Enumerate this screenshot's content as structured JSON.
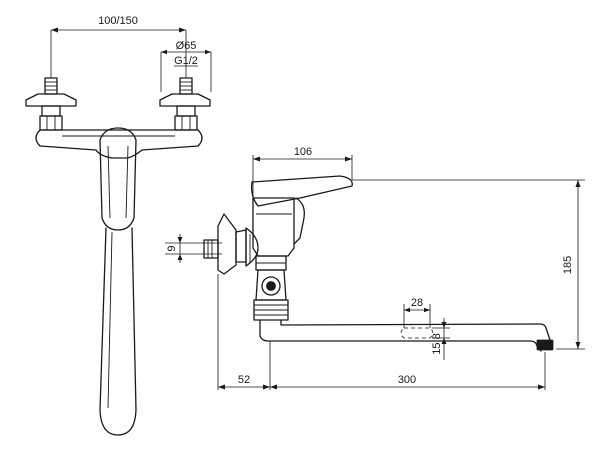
{
  "dimensions": {
    "inlet_spacing": "100/150",
    "inlet_diameter": "Ø65",
    "thread": "G1/2",
    "body_depth": "106",
    "stub_length": "9",
    "height": "185",
    "spout_width": "28",
    "outlet_height": "15.8",
    "wall_offset": "52",
    "spout_reach": "300"
  }
}
